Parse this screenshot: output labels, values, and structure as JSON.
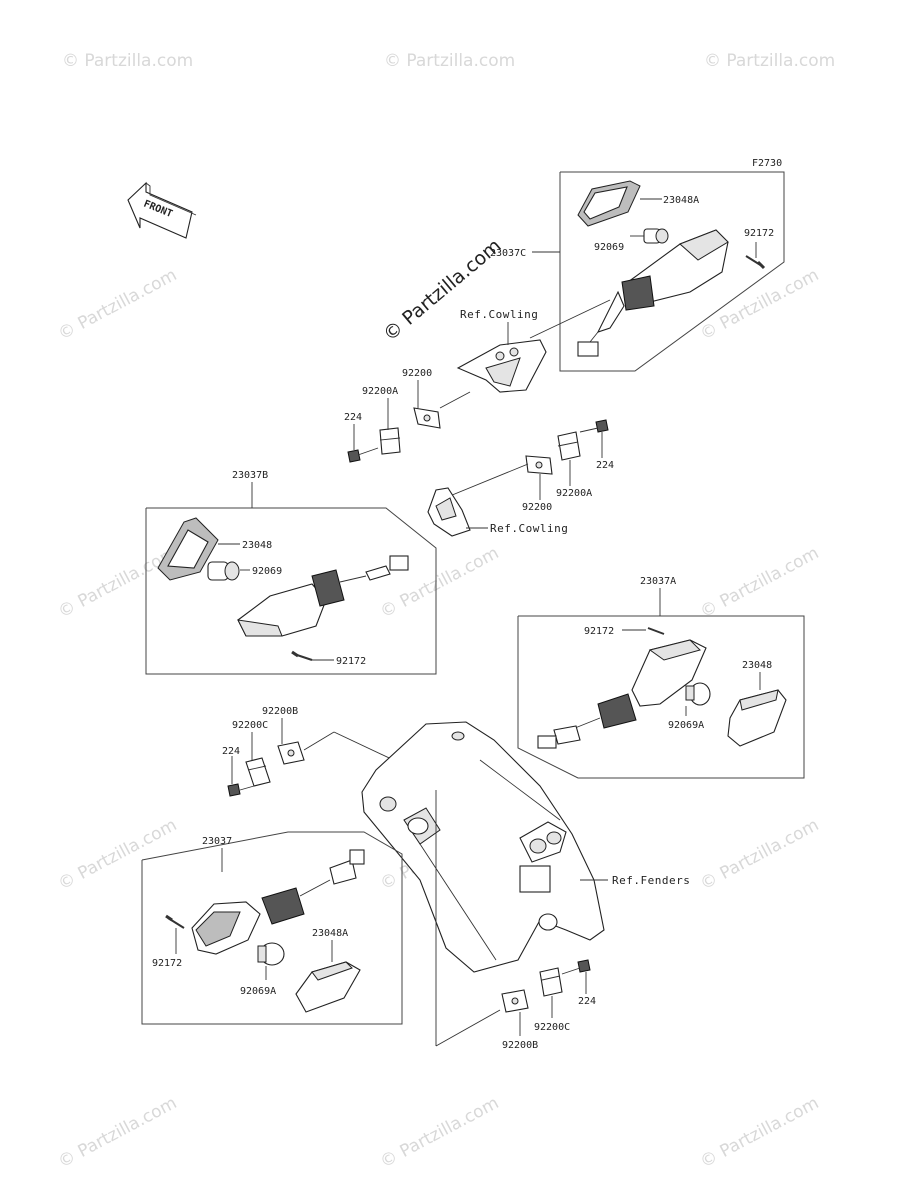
{
  "figure_code": "F2730",
  "front_arrow_label": "FRONT",
  "watermark_text": "© Partzilla.com",
  "center_watermark_text": "© Partzilla.com",
  "refs": {
    "cowling_upper": "Ref.Cowling",
    "cowling_lower": "Ref.Cowling",
    "fenders": "Ref.Fenders"
  },
  "group_23037C": {
    "assembly": "23037C",
    "lens": "23048A",
    "bulb": "92069",
    "screw": "92172"
  },
  "group_upper_mount_left": {
    "plate": "92200",
    "clip": "92200A",
    "bolt": "224"
  },
  "group_upper_mount_right": {
    "bolt": "224",
    "plate": "92200",
    "clip": "92200A"
  },
  "group_23037B": {
    "assembly": "23037B",
    "lens": "23048",
    "bulb": "92069",
    "screw": "92172"
  },
  "group_23037A": {
    "assembly": "23037A",
    "screw": "92172",
    "lens": "23048",
    "bulb": "92069A"
  },
  "group_rear_mount_left": {
    "plate": "92200B",
    "clip": "92200C",
    "bolt": "224"
  },
  "group_23037": {
    "assembly": "23037",
    "screw": "92172",
    "lens": "23048A",
    "bulb": "92069A"
  },
  "group_rear_mount_right": {
    "bolt": "224",
    "clip": "92200C",
    "plate": "92200B"
  }
}
